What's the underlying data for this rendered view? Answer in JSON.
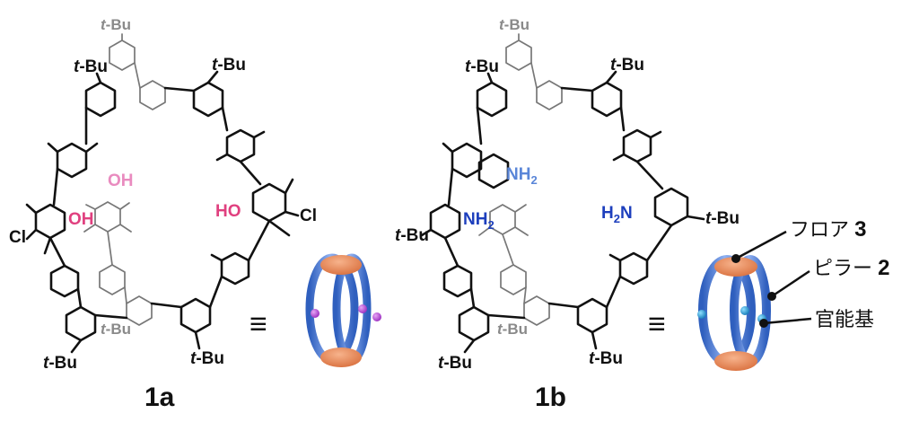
{
  "labels": {
    "tbu_prefix": "t",
    "tbu_suffix": "-Bu",
    "oh_right": "OH",
    "ho_left": "HO",
    "cl": "Cl",
    "nh2": "NH",
    "nh2_sub": "2",
    "h2n_h": "H",
    "h2n_n": "N",
    "equiv": "≡"
  },
  "compounds": {
    "a": "1a",
    "b": "1b"
  },
  "legend": {
    "floor": {
      "text": "フロア ",
      "num": "3"
    },
    "pillar": {
      "text": "ピラー ",
      "num": "2"
    },
    "functional_group": {
      "text": "官能基"
    }
  },
  "colors": {
    "bond": "#111111",
    "bond_back": "#777777",
    "oh_pink": "#e0407f",
    "oh_light_pink": "#e98bbf",
    "nh2_blue": "#1d3fbd",
    "nh2_light_blue": "#5a86d8",
    "pillar_blue": "#4a7ad6",
    "floor_orange": "#e88857",
    "bead_purple": "#b23fd0",
    "bead_cyan": "#1f9ed9"
  }
}
